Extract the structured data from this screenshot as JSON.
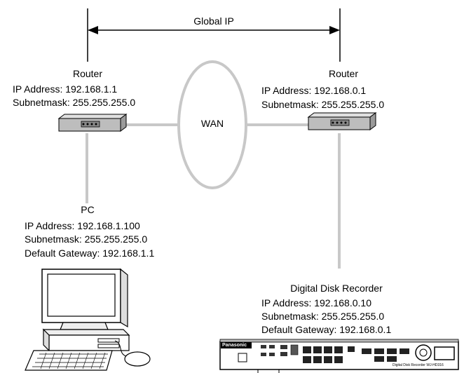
{
  "global_ip_label": "Global IP",
  "wan_label": "WAN",
  "left_router": {
    "title": "Router",
    "ip": "IP Address: 192.168.1.1",
    "mask": "Subnetmask: 255.255.255.0"
  },
  "right_router": {
    "title": "Router",
    "ip": "IP Address: 192.168.0.1",
    "mask": "Subnetmask: 255.255.255.0"
  },
  "pc": {
    "title": "PC",
    "ip": "IP Address: 192.168.1.100",
    "mask": "Subnetmask: 255.255.255.0",
    "gateway": "Default Gateway: 192.168.1.1"
  },
  "recorder": {
    "title": "Digital Disk Recorder",
    "ip": "IP Address: 192.168.0.10",
    "mask": "Subnetmask: 255.255.255.0",
    "gateway": "Default Gateway: 192.168.0.1",
    "brand": "Panasonic",
    "model": "Digital Disk Recorder WJ-HD316"
  },
  "colors": {
    "link_line": "#c8c8c8",
    "device_fill": "#bdbdbd",
    "outline": "#000000"
  }
}
